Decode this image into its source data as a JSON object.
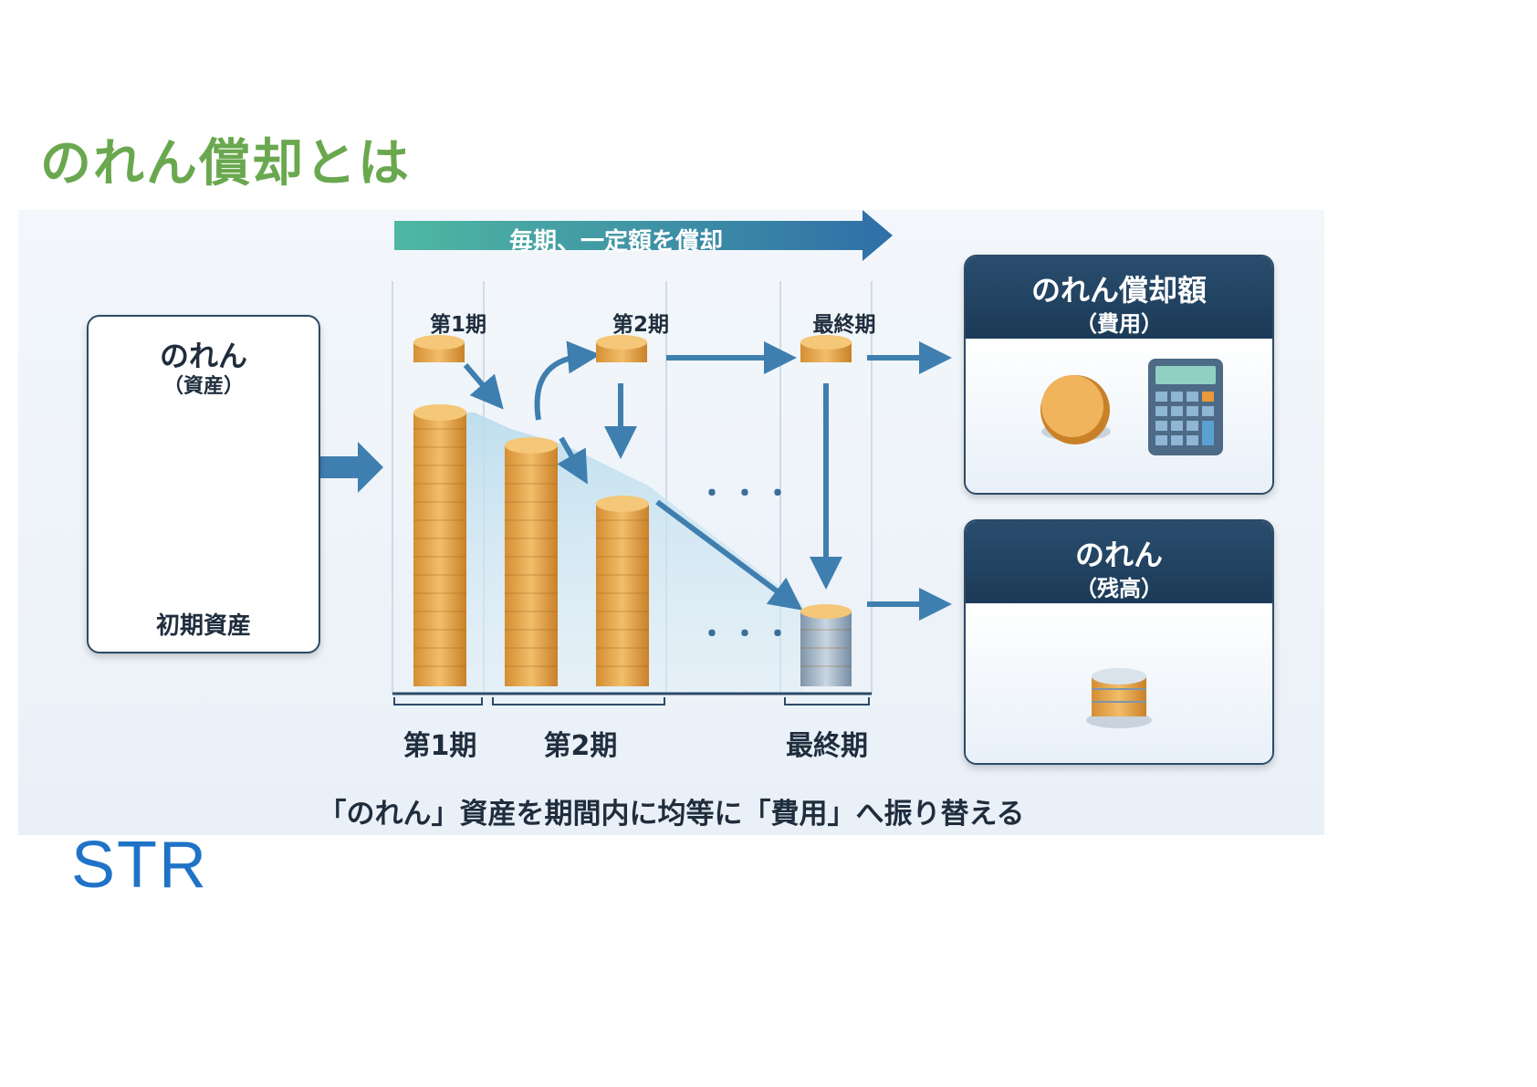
{
  "page": {
    "title": "のれん償却とは"
  },
  "logo": {
    "text": "STR"
  },
  "diagram": {
    "banner": "毎期、一定額を償却",
    "left_box": {
      "title": "のれん",
      "subtitle": "（資産）",
      "caption": "初期資産"
    },
    "periods_top": [
      "第1期",
      "第2期",
      "最終期"
    ],
    "periods_bottom": [
      "第1期",
      "第2期",
      "最終期"
    ],
    "ellipsis": "・・・",
    "expense_box": {
      "title": "のれん償却額",
      "subtitle": "（費用）"
    },
    "balance_box": {
      "title": "のれん",
      "subtitle": "（残高）"
    },
    "caption": "「のれん」資産を期間内に均等に「費用」へ振り替える"
  },
  "colors": {
    "title_green": "#6aa84f",
    "logo_blue": "#1f73c7",
    "arrow_blue": "#3f7fb0",
    "header_navy": "#1b3a57",
    "coin_gold": "#e8a84a",
    "coin_silver": "#9fb3c6"
  }
}
